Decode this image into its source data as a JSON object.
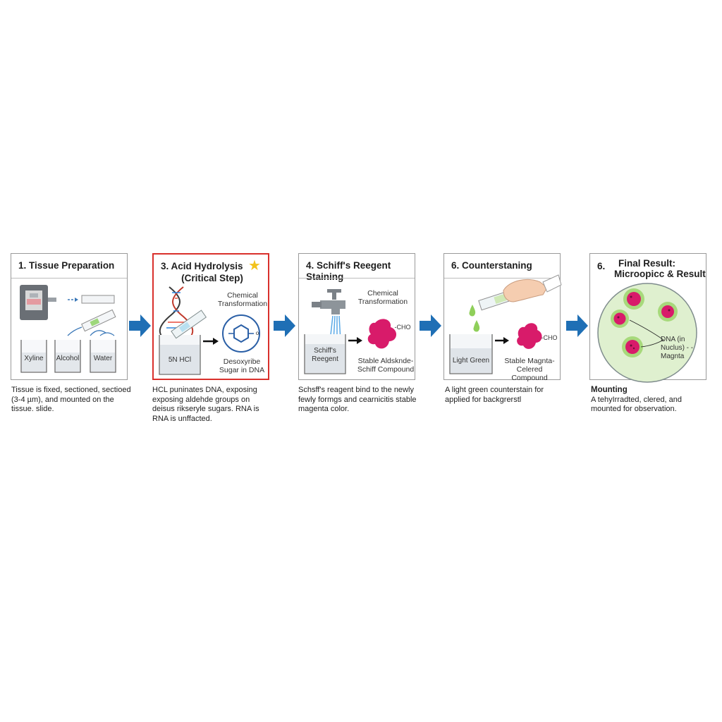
{
  "steps": [
    {
      "title": "1. Tissue Preparation",
      "labels": [
        "Xyline",
        "Alcohol",
        "Water"
      ],
      "caption": "Tissue is fixed, sectioned, sectioed (3-4 µm), and mounted on the tissue. slide."
    },
    {
      "title": "3. Acid Hydrolysis",
      "subtitle": "(Critical Step)",
      "transformation": "Chemical Transformation",
      "beaker": "5N HCl",
      "hex_label": "o",
      "product": "Desoxyribe Sugar in DNA",
      "caption": "HCL puninates DNA, exposing exposing aldehde groups on deisus rikseryle sugars. RNA is RNA is unffacted."
    },
    {
      "title": "4. Schiff's Reegent Staining",
      "transformation": "Chemical Transformation",
      "beaker": "Schiff's Reegent",
      "group": "-CHO",
      "product": "Stable Aldsknde-Schiff Compound",
      "caption": "Schsff's reagent bind to the newly fewly formgs and cearnicitis stable magenta color."
    },
    {
      "title": "6. Counterstaning",
      "beaker": "Light Green",
      "group": "-CHO",
      "product": "Stable Magnta-Celered Compound",
      "caption": "A light green counterstain for applied for backgrerstl"
    },
    {
      "title": "6.",
      "title_line1": "Final Result:",
      "title_line2": "Microopicc & Result",
      "annotation": "DNA (in Nuclus) - -Magnta",
      "caption_title": "Mounting",
      "caption": "A tehyIrradted, clered, and mounted for observation."
    }
  ],
  "colors": {
    "arrow_blue": "#1f6fb5",
    "critical_red": "#d9302c",
    "magenta": "#d81b6a",
    "light_green": "#a9d77a",
    "star": "#f2c21b"
  }
}
